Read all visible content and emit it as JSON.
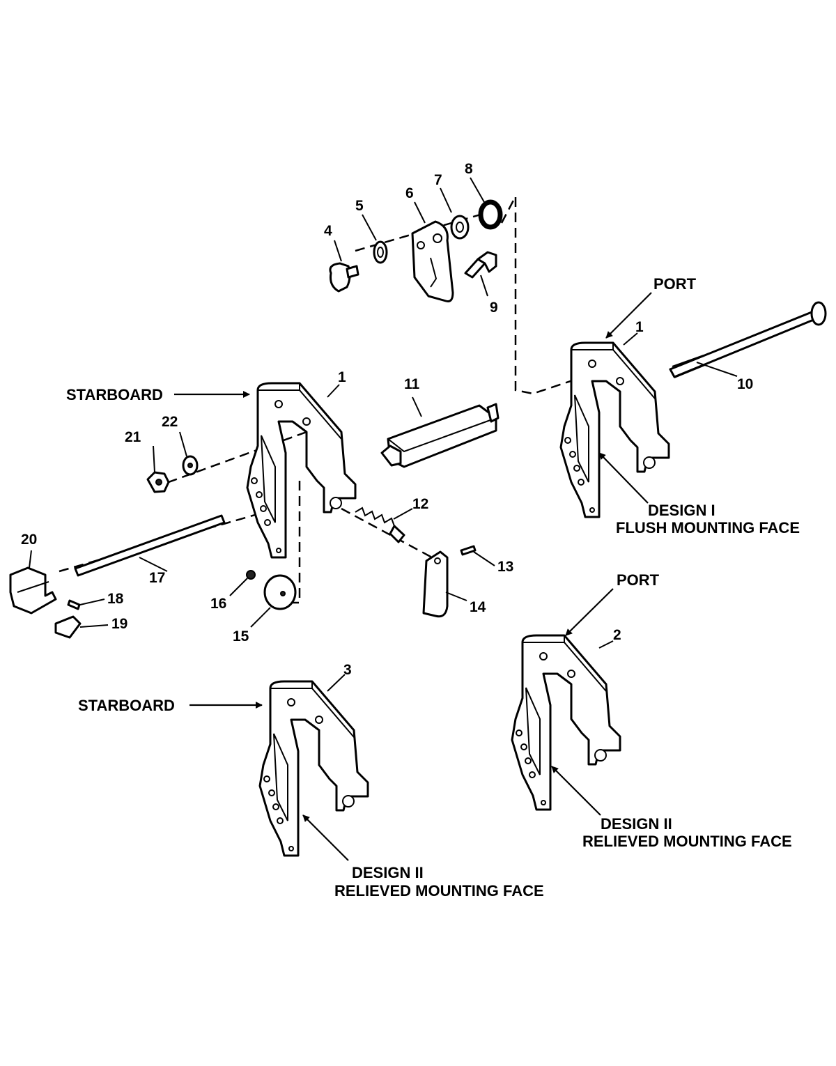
{
  "callouts": {
    "n1a": "1",
    "n1b": "1",
    "n2": "2",
    "n3": "3",
    "n4": "4",
    "n5": "5",
    "n6": "6",
    "n7": "7",
    "n8": "8",
    "n9": "9",
    "n10": "10",
    "n11": "11",
    "n12": "12",
    "n13": "13",
    "n14": "14",
    "n15": "15",
    "n16": "16",
    "n17": "17",
    "n18": "18",
    "n19": "19",
    "n20": "20",
    "n21": "21",
    "n22": "22"
  },
  "captions": {
    "port_top": "PORT",
    "starboard_top": "STARBOARD",
    "design1_line1": "DESIGN I",
    "design1_line2": "FLUSH MOUNTING FACE",
    "port_bottom": "PORT",
    "starboard_bottom": "STARBOARD",
    "design2a_line1": "DESIGN II",
    "design2a_line2": "RELIEVED MOUNTING FACE",
    "design2b_line1": "DESIGN II",
    "design2b_line2": "RELIEVED MOUNTING FACE"
  }
}
